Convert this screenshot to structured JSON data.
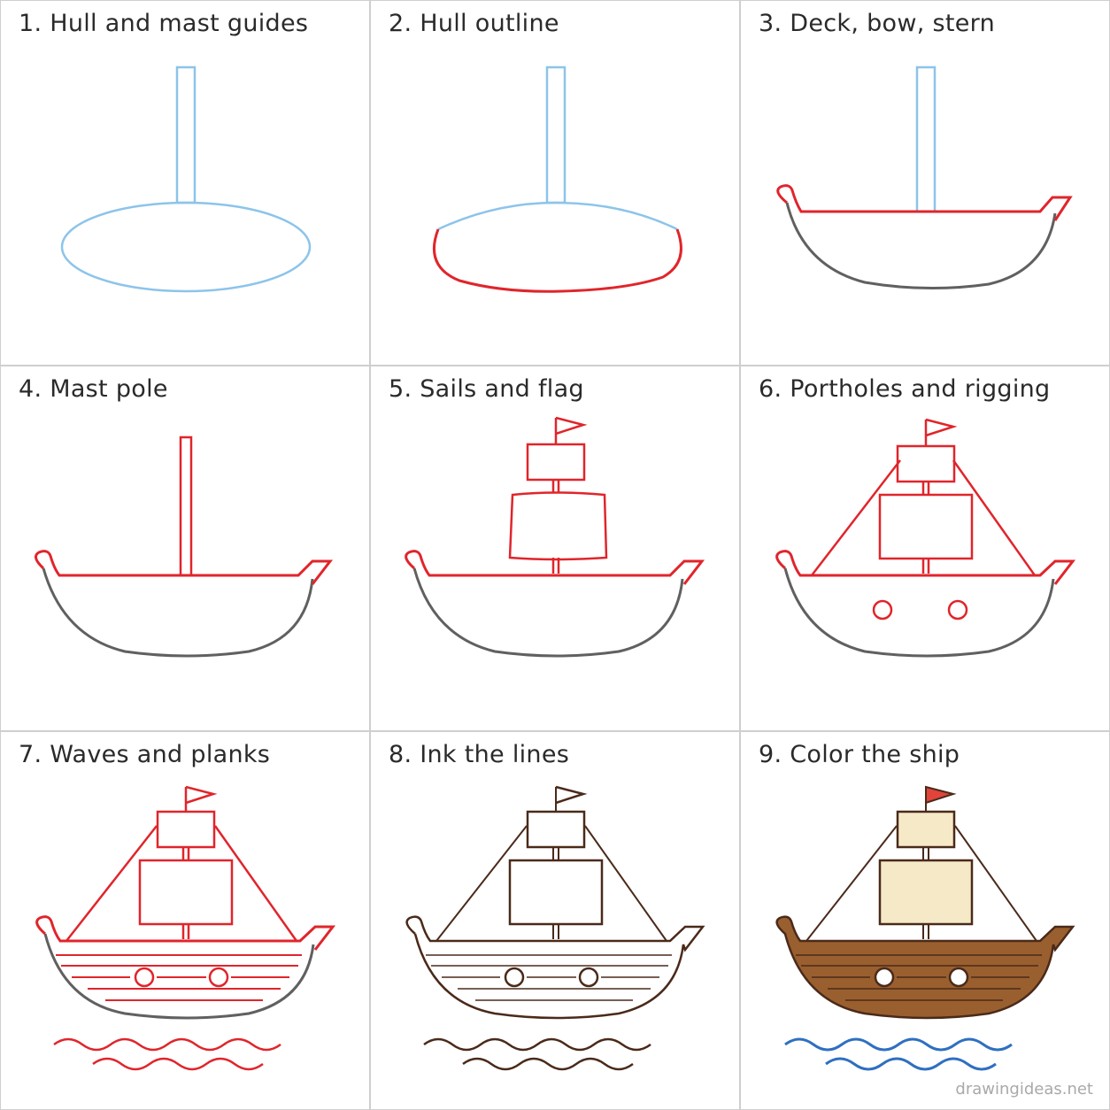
{
  "colors": {
    "guide": "#8cc4ea",
    "new_line": "#e0252b",
    "old_line": "#606060",
    "ink": "#4a2a1a",
    "hull_brown": "#9a5f2e",
    "sail_cream": "#f5e9c8",
    "flag_red": "#e0443a",
    "wave_blue": "#2f6fc0"
  },
  "steps": [
    {
      "label": "1.  Hull and mast guides"
    },
    {
      "label": "2.  Hull outline"
    },
    {
      "label": "3.  Deck, bow, stern"
    },
    {
      "label": "4.  Mast pole"
    },
    {
      "label": "5.  Sails and flag"
    },
    {
      "label": "6.  Portholes and rigging"
    },
    {
      "label": "7.  Waves and planks"
    },
    {
      "label": "8.  Ink the lines"
    },
    {
      "label": "9.  Color the ship"
    }
  ],
  "watermark": "drawingideas.net"
}
